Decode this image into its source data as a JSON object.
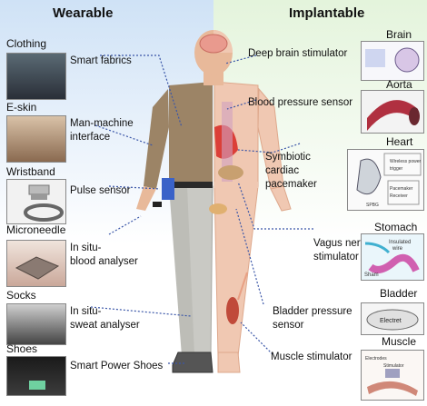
{
  "headers": {
    "left": "Wearable",
    "right": "Implantable"
  },
  "wearable": [
    {
      "category": "Clothing",
      "label": "Smart fabrics"
    },
    {
      "category": "E-skin",
      "label_lines": [
        "Man-machine",
        "interface"
      ]
    },
    {
      "category": "Wristband",
      "label": "Pulse sensor"
    },
    {
      "category": "Microneedle",
      "label_lines": [
        "In situ-",
        "blood analyser"
      ]
    },
    {
      "category": "Socks",
      "label_lines": [
        "In situ-",
        "sweat analyser"
      ]
    },
    {
      "category": "Shoes",
      "label": "Smart Power Shoes"
    }
  ],
  "implantable": [
    {
      "category": "Brain",
      "label": "Deep brain stimulator"
    },
    {
      "category": "Aorta",
      "label": "Blood pressure sensor"
    },
    {
      "category": "Heart",
      "label_lines": [
        "Symbiotic",
        "cardiac",
        "pacemaker"
      ]
    },
    {
      "category": "Stomach",
      "label_lines": [
        "Vagus nerve",
        "stimulator"
      ]
    },
    {
      "category": "Bladder",
      "label_lines": [
        "Bladder pressure",
        "sensor"
      ]
    },
    {
      "category": "Muscle",
      "label": "Muscle stimulator"
    }
  ],
  "thumb_texts": {
    "stomach": [
      "Insulated",
      "wire",
      "Sham"
    ],
    "bladder": "Electret",
    "heart": [
      "Wireless power",
      "trigger",
      "Pacemaker",
      "Receiver",
      "SPBG"
    ],
    "muscle": [
      "Electrodes",
      "Stimulator"
    ]
  },
  "colors": {
    "wearable_bg": "#cfe2f6",
    "implant_bg": "#e4f4dc",
    "connector": "#3a56a8",
    "skin": "#e8b99a",
    "shirt": "#9c8466"
  }
}
